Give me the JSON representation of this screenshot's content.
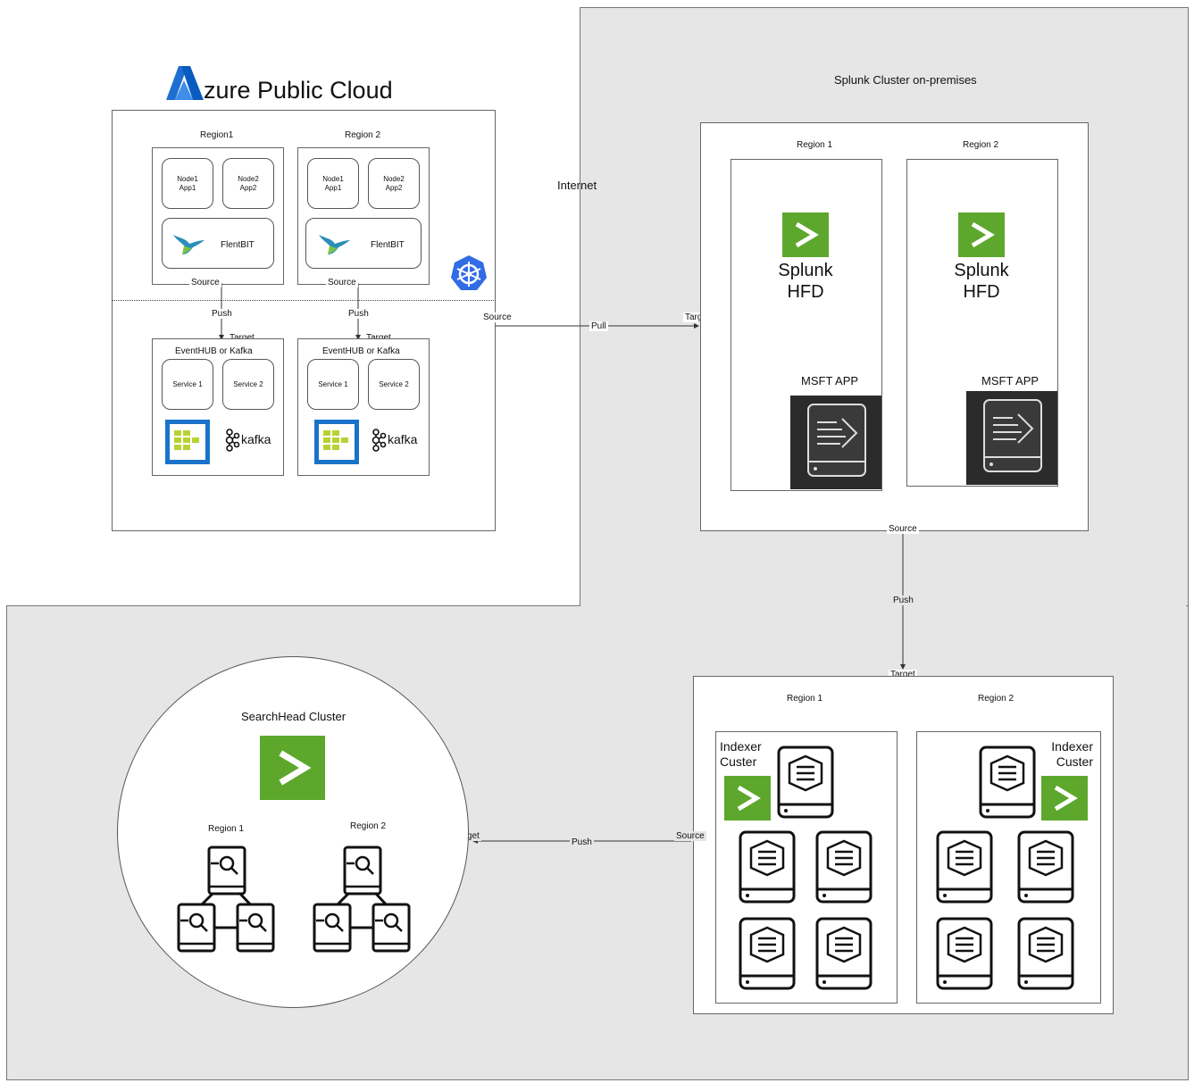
{
  "azure": {
    "title": "zure Public Cloud",
    "region1": {
      "label": "Region1",
      "node1": "Node1\nApp1",
      "node2": "Node2\nApp2",
      "fluent": "FlentBIT",
      "source": "Source",
      "push": "Push",
      "target": "Target",
      "eventhub": "EventHUB or Kafka",
      "service1": "Service 1",
      "service2": "Service 2",
      "kafka": "kafka"
    },
    "region2": {
      "label": "Region 2",
      "node1": "Node1\nApp1",
      "node2": "Node2\nApp2",
      "fluent": "FlentBIT",
      "source": "Source",
      "push": "Push",
      "target": "Target",
      "eventhub": "EventHUB or Kafka",
      "service1": "Service 1",
      "service2": "Service 2",
      "kafka": "kafka"
    },
    "source": "Source"
  },
  "internet": {
    "label": "Internet",
    "pull": "Pull"
  },
  "splunk_onprem": {
    "title": "Splunk Cluster on-premises",
    "target": "Target",
    "source": "Source",
    "push": "Push",
    "region1": {
      "label": "Region 1",
      "product": "Splunk",
      "sub": "HFD",
      "app": "MSFT APP"
    },
    "region2": {
      "label": "Region 2",
      "product": "Splunk",
      "sub": "HFD",
      "app": "MSFT APP"
    }
  },
  "indexer": {
    "target": "Target",
    "source": "Source",
    "region1": {
      "label": "Region 1",
      "title_line1": "Indexer",
      "title_line2": "Custer"
    },
    "region2": {
      "label": "Region 2",
      "title_line1": "Indexer",
      "title_line2": "Custer"
    }
  },
  "searchhead": {
    "title": "SearchHead Cluster",
    "region1": "Region 1",
    "region2": "Region 2",
    "target": "Target",
    "push": "Push"
  },
  "colors": {
    "splunk_green": "#5da82c",
    "azure_blue": "#1f6fd1",
    "eventhub_blue": "#1a73c9",
    "k8s_blue": "#326ce5",
    "grey_bg": "#e6e6e6"
  }
}
